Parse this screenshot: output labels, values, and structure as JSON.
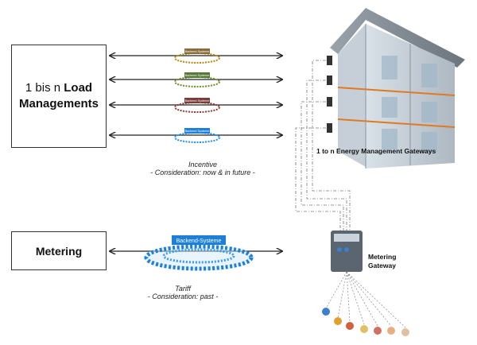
{
  "load_managements": {
    "prefix": "1 bis n ",
    "bold1": "Load",
    "bold2": "Managements"
  },
  "metering_box": {
    "label": "Metering"
  },
  "incentive": {
    "title": "Incentive",
    "subtitle": "- Consideration: now & in future -"
  },
  "tariff": {
    "title": "Tariff",
    "subtitle": "- Consideration: past -"
  },
  "backend": {
    "small_label": "Backend-Systeme",
    "big_label": "Backend-Systeme",
    "colors": [
      "#b8860b",
      "#6b8e23",
      "#8b3a3a",
      "#1e90ff"
    ]
  },
  "gateways": {
    "emg_label": "1 to n Energy Management Gateways",
    "metering_gateway_line1": "Metering",
    "metering_gateway_line2": "Gateway"
  }
}
